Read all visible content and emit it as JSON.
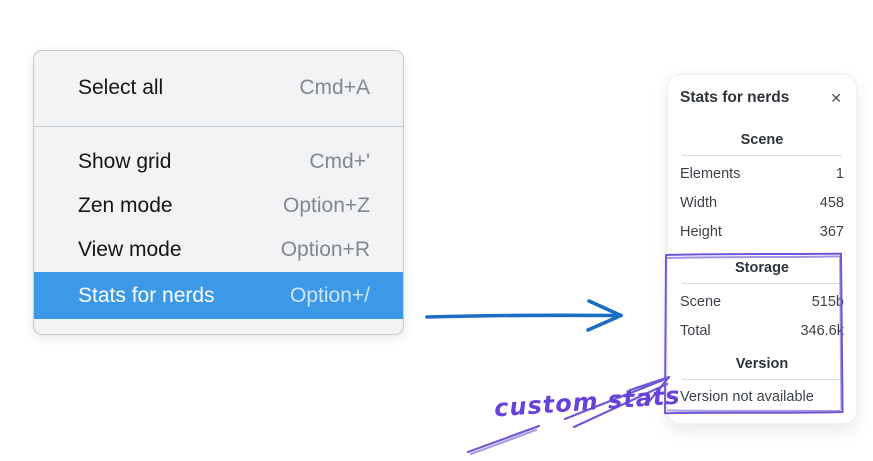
{
  "menu": {
    "groups": [
      {
        "items": [
          {
            "label": "Select all",
            "shortcut": "Cmd+A"
          }
        ]
      },
      {
        "items": [
          {
            "label": "Show grid",
            "shortcut": "Cmd+'"
          },
          {
            "label": "Zen mode",
            "shortcut": "Option+Z"
          },
          {
            "label": "View mode",
            "shortcut": "Option+R"
          },
          {
            "label": "Stats for nerds",
            "shortcut": "Option+/",
            "selected": true
          }
        ]
      }
    ],
    "colors": {
      "highlight": "#3b99e8",
      "background": "#f2f3f5"
    }
  },
  "stats_panel": {
    "title": "Stats for nerds",
    "close_glyph": "✕",
    "sections": [
      {
        "header": "Scene",
        "rows": [
          {
            "label": "Elements",
            "value": "1"
          },
          {
            "label": "Width",
            "value": "458"
          },
          {
            "label": "Height",
            "value": "367"
          }
        ]
      },
      {
        "header": "Storage",
        "rows": [
          {
            "label": "Scene",
            "value": "515b"
          },
          {
            "label": "Total",
            "value": "346.6k"
          }
        ]
      },
      {
        "header": "Version",
        "note": "Version not available"
      }
    ]
  },
  "annotation": {
    "label": "custom stats",
    "color": "#6741d9",
    "box_color": "#7058d4",
    "flow_arrow_color": "#1971c2"
  }
}
